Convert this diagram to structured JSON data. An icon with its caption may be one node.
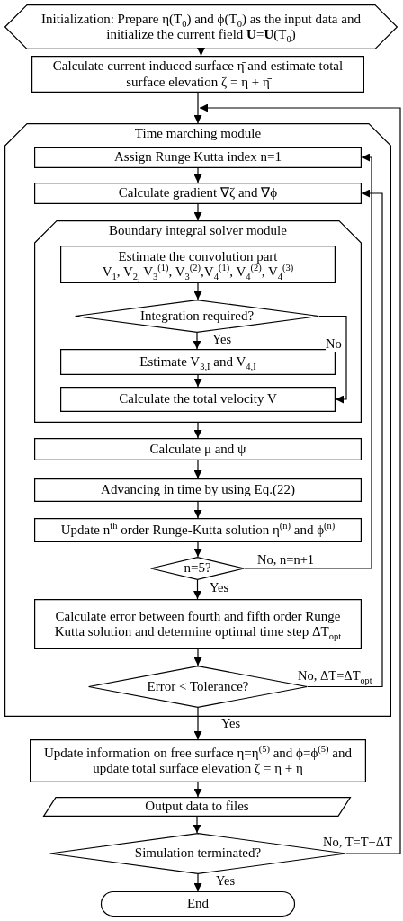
{
  "diagram": {
    "nodes": [
      {
        "text": [
          "Initialization: Prepare η(T$_{0}$) and ϕ(T$_{0}$) as the input data and initialize the current field **U**=**U**(T$_{0}$)"
        ]
      },
      {
        "text": [
          "Calculate current induced surface η̄ and estimate total surface elevation ζ = η + η̄"
        ]
      },
      {
        "text": [
          "Time marching module"
        ]
      },
      {
        "text": [
          "Assign Runge Kutta index n=1"
        ],
        "in": 2
      },
      {
        "text": [
          "Calculate gradient ∇ζ and ∇ϕ"
        ],
        "in": 2
      },
      {
        "text": [
          "Boundary integral solver module"
        ],
        "in": 2
      },
      {
        "text": [
          "Estimate the convolution part",
          "V$_{1}$, V$_{2,}$ V$_{3}$$^{(1)}$, V$_{3}$$^{(2)}$,V$_{4}$$^{(1)}$, V$_{4}$$^{(2)}$, V$_{4}$$^{(3)}$"
        ],
        "in": 5
      },
      {
        "text": [
          "Integration required?"
        ],
        "in": 5
      },
      {
        "text": [
          "Estimate V$_{3,I}$ and V$_{4,I}$"
        ],
        "in": 5
      },
      {
        "text": [
          "Calculate the total velocity V"
        ],
        "in": 5
      },
      {
        "text": [
          "Calculate μ and ψ"
        ],
        "in": 2
      },
      {
        "text": [
          "Advancing in time by using Eq.(22)"
        ],
        "in": 2
      },
      {
        "text": [
          "Update n$^{th}$ order Runge-Kutta solution η$^{(n)}$ and ϕ$^{(n)}$"
        ],
        "in": 2
      },
      {
        "text": [
          "n=5?"
        ],
        "in": 2
      },
      {
        "text": [
          "Calculate error between fourth and fifth order Runge Kutta solution and determine optimal time step ΔT$_{opt}$"
        ],
        "in": 2
      },
      {
        "text": [
          "Error < Tolerance?"
        ],
        "in": 2
      },
      {
        "text": [
          "Update information on free surface η=η$^{(5)}$ and ϕ=ϕ$^{(5)}$ and update total surface elevation ζ = η + η̄"
        ]
      },
      {
        "text": [
          "Output data to files"
        ]
      },
      {
        "text": [
          "Simulation terminated?"
        ]
      },
      {
        "text": [
          "End"
        ]
      }
    ],
    "edges": [
      {
        "from": 0,
        "to": 1,
        "arrow": "to"
      },
      {
        "from": 1,
        "to": 2,
        "arrow": "to"
      },
      {
        "from": 3,
        "to": 4,
        "arrow": "to"
      },
      {
        "from": 4,
        "to": 5,
        "arrow": "to"
      },
      {
        "from": 6,
        "to": 7,
        "arrow": "to"
      },
      {
        "from": 7,
        "to": 8,
        "arrow": "to",
        "label": "Yes"
      },
      {
        "from": 7,
        "to": 9,
        "arrow": "to",
        "label": "No"
      },
      {
        "from": 8,
        "to": 9,
        "arrow": "to"
      },
      {
        "from": 5,
        "to": 10,
        "arrow": "to"
      },
      {
        "from": 10,
        "to": 11,
        "arrow": "to"
      },
      {
        "from": 11,
        "to": 12,
        "arrow": "to"
      },
      {
        "from": 12,
        "to": 13,
        "arrow": "to"
      },
      {
        "from": 13,
        "to": 3,
        "arrow": "to",
        "label": "No, n=n+1"
      },
      {
        "from": 13,
        "to": 14,
        "arrow": "to",
        "label": "Yes"
      },
      {
        "from": 14,
        "to": 15,
        "arrow": "to"
      },
      {
        "from": 15,
        "to": 4,
        "arrow": "to",
        "label": "No, ΔT=ΔT$_{opt}$"
      },
      {
        "from": 15,
        "to": 16,
        "arrow": "to",
        "label": "Yes"
      },
      {
        "from": 16,
        "to": 17,
        "arrow": "to"
      },
      {
        "from": 17,
        "to": 18,
        "arrow": "to"
      },
      {
        "from": 18,
        "to": 2,
        "arrow": "to",
        "label": "No, T=T+ΔT"
      },
      {
        "from": 18,
        "to": 19,
        "arrow": "to",
        "label": "Yes"
      }
    ]
  }
}
